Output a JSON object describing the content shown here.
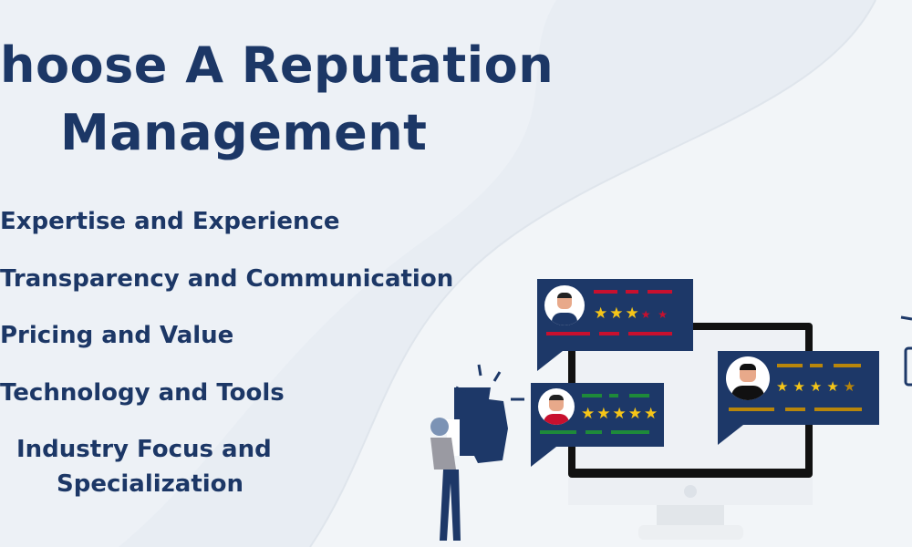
{
  "title": {
    "line1": "hoose A Reputation",
    "line2": "Management"
  },
  "items": [
    "Expertise and Experience",
    "Transparency and Communication",
    "Pricing and Value",
    "Technology and Tools",
    "Industry Focus and",
    "Specialization"
  ],
  "illustration": {
    "reviews": [
      {
        "rating": 3,
        "accent": "#c8102e"
      },
      {
        "rating": 5,
        "accent": "#1e8a3a"
      },
      {
        "rating": 4.5,
        "accent": "#b8860b"
      }
    ],
    "icons": [
      "thumbs-up-icon",
      "monitor-icon",
      "person-icon",
      "avatar-icon",
      "star-icon"
    ]
  },
  "colors": {
    "text": "#1c3766",
    "bubble": "#1d3868",
    "star": "#f5c518",
    "background": "#e9eef4"
  }
}
